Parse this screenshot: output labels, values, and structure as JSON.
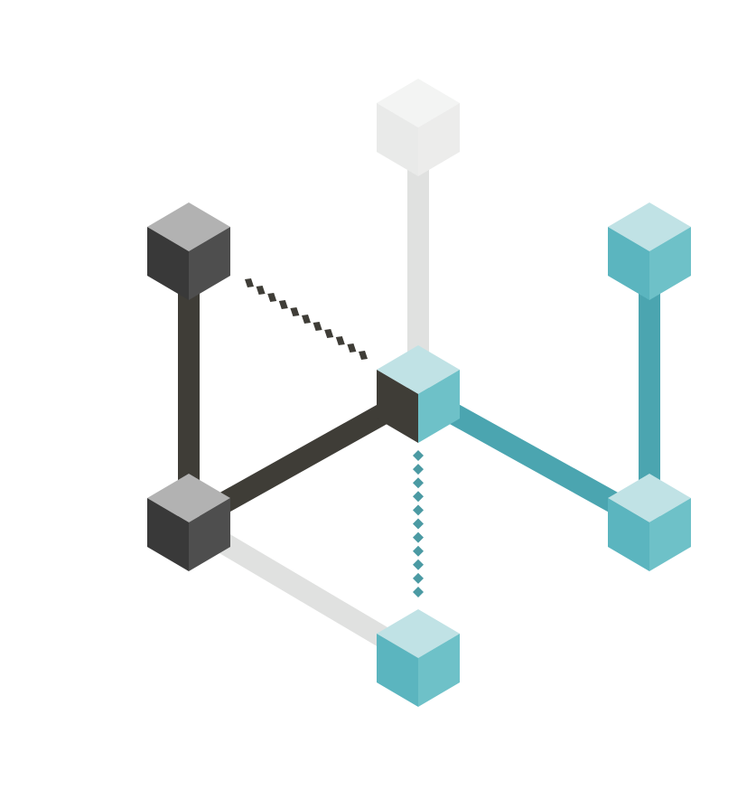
{
  "diagram": {
    "style": "isometric cube network",
    "colors": {
      "background": "#ffffff",
      "dark_bar": "#3f3d37",
      "teal_bar": "#4ba5b0",
      "light_bar": "#e0e1e0",
      "teal_dots": "#4b9aa3",
      "dark_dots": "#3f3d37",
      "cube_teal": {
        "top": "#c0e2e5",
        "left": "#5bb5bf",
        "right": "#6ec1c8"
      },
      "cube_dark": {
        "top": "#b2b2b2",
        "left": "#393939",
        "right": "#4e4e4e"
      },
      "cube_light": {
        "top": "#f3f4f3",
        "left": "#e9eae9",
        "right": "#ececeb"
      },
      "cube_center": {
        "top": "#c0e2e5",
        "left": "#3f3d37",
        "right": "#6ec1c8"
      }
    },
    "nodes": [
      {
        "id": "top-white",
        "kind": "light"
      },
      {
        "id": "upper-left-dark",
        "kind": "dark"
      },
      {
        "id": "upper-right-teal",
        "kind": "teal"
      },
      {
        "id": "center",
        "kind": "center"
      },
      {
        "id": "lower-left-dark",
        "kind": "dark"
      },
      {
        "id": "lower-right-teal",
        "kind": "teal"
      },
      {
        "id": "bottom-teal",
        "kind": "teal"
      }
    ],
    "edges": [
      {
        "from": "top-white",
        "to": "center",
        "kind": "light_bar"
      },
      {
        "from": "upper-left-dark",
        "to": "lower-left-dark",
        "kind": "dark_bar"
      },
      {
        "from": "lower-left-dark",
        "to": "center",
        "kind": "dark_bar"
      },
      {
        "from": "center",
        "to": "lower-right-teal",
        "kind": "teal_bar"
      },
      {
        "from": "upper-right-teal",
        "to": "lower-right-teal",
        "kind": "teal_bar"
      },
      {
        "from": "lower-left-dark",
        "to": "bottom-teal",
        "kind": "light_bar"
      },
      {
        "from": "upper-left-dark",
        "to": "center",
        "kind": "dark_dots"
      },
      {
        "from": "center",
        "to": "bottom-teal",
        "kind": "teal_dots"
      }
    ]
  }
}
